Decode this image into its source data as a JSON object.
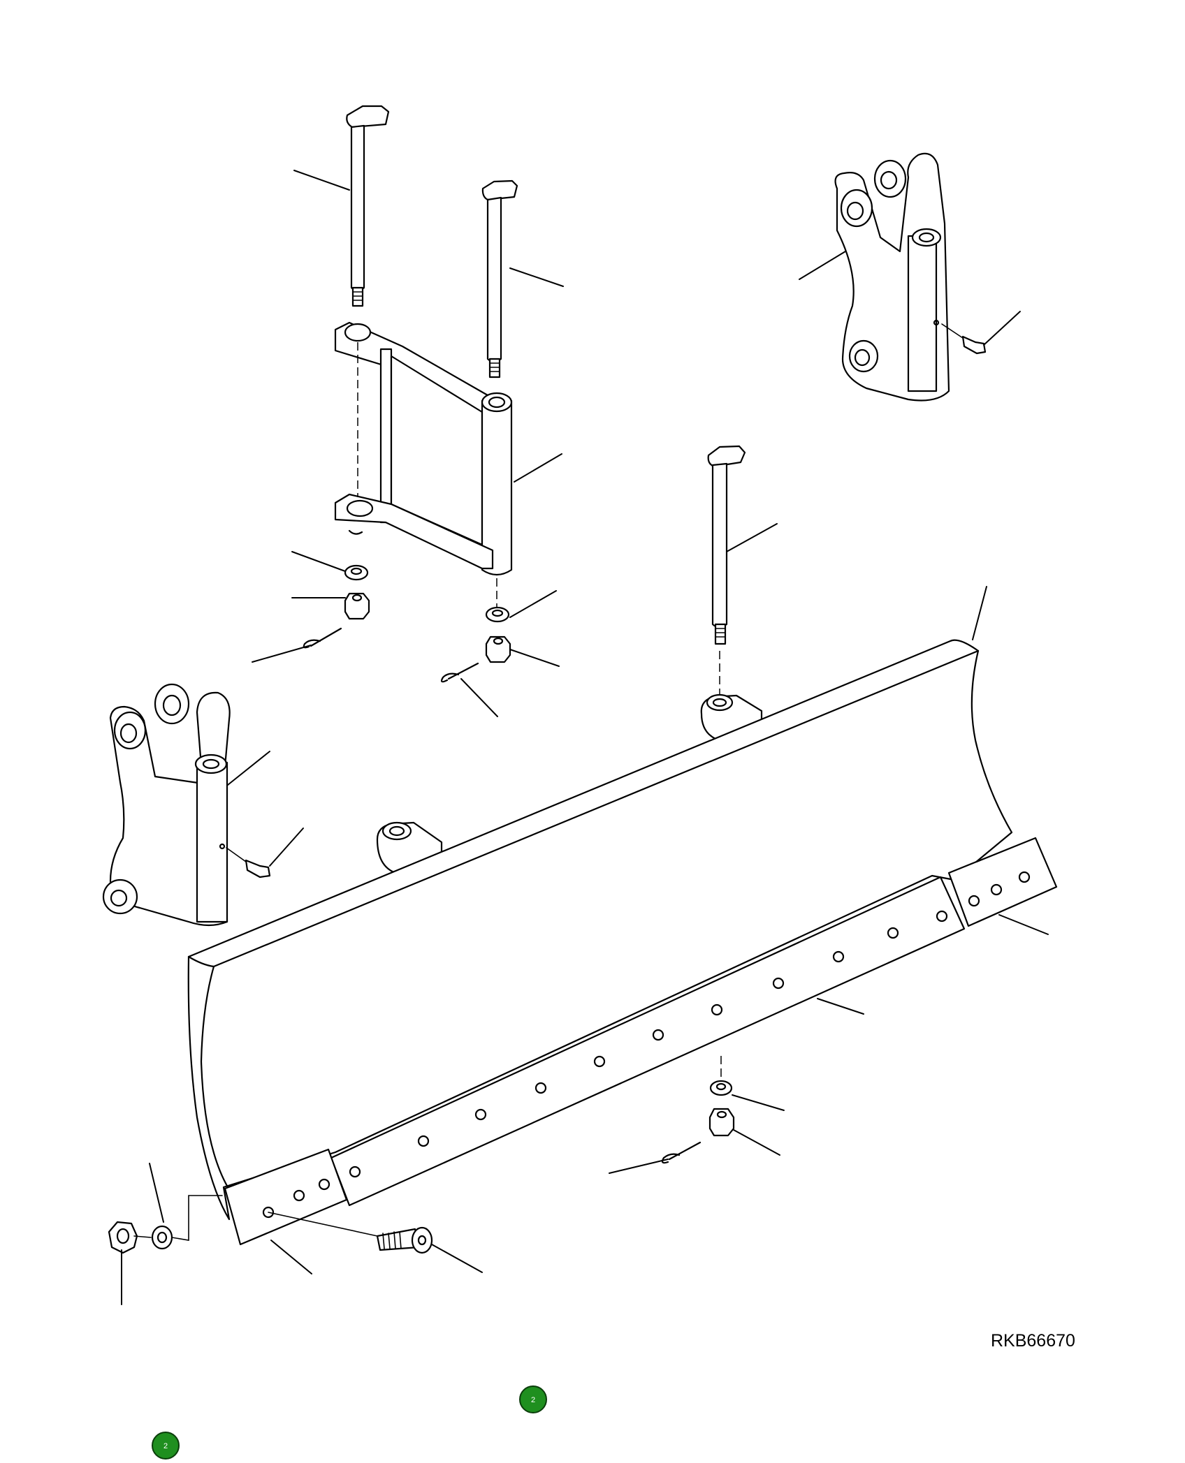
{
  "diagram": {
    "drawing_code": "RKB66670"
  },
  "hotspots": [
    {
      "label": "2",
      "color": "#1f8f1f"
    },
    {
      "label": "2",
      "color": "#1f8f1f"
    }
  ]
}
